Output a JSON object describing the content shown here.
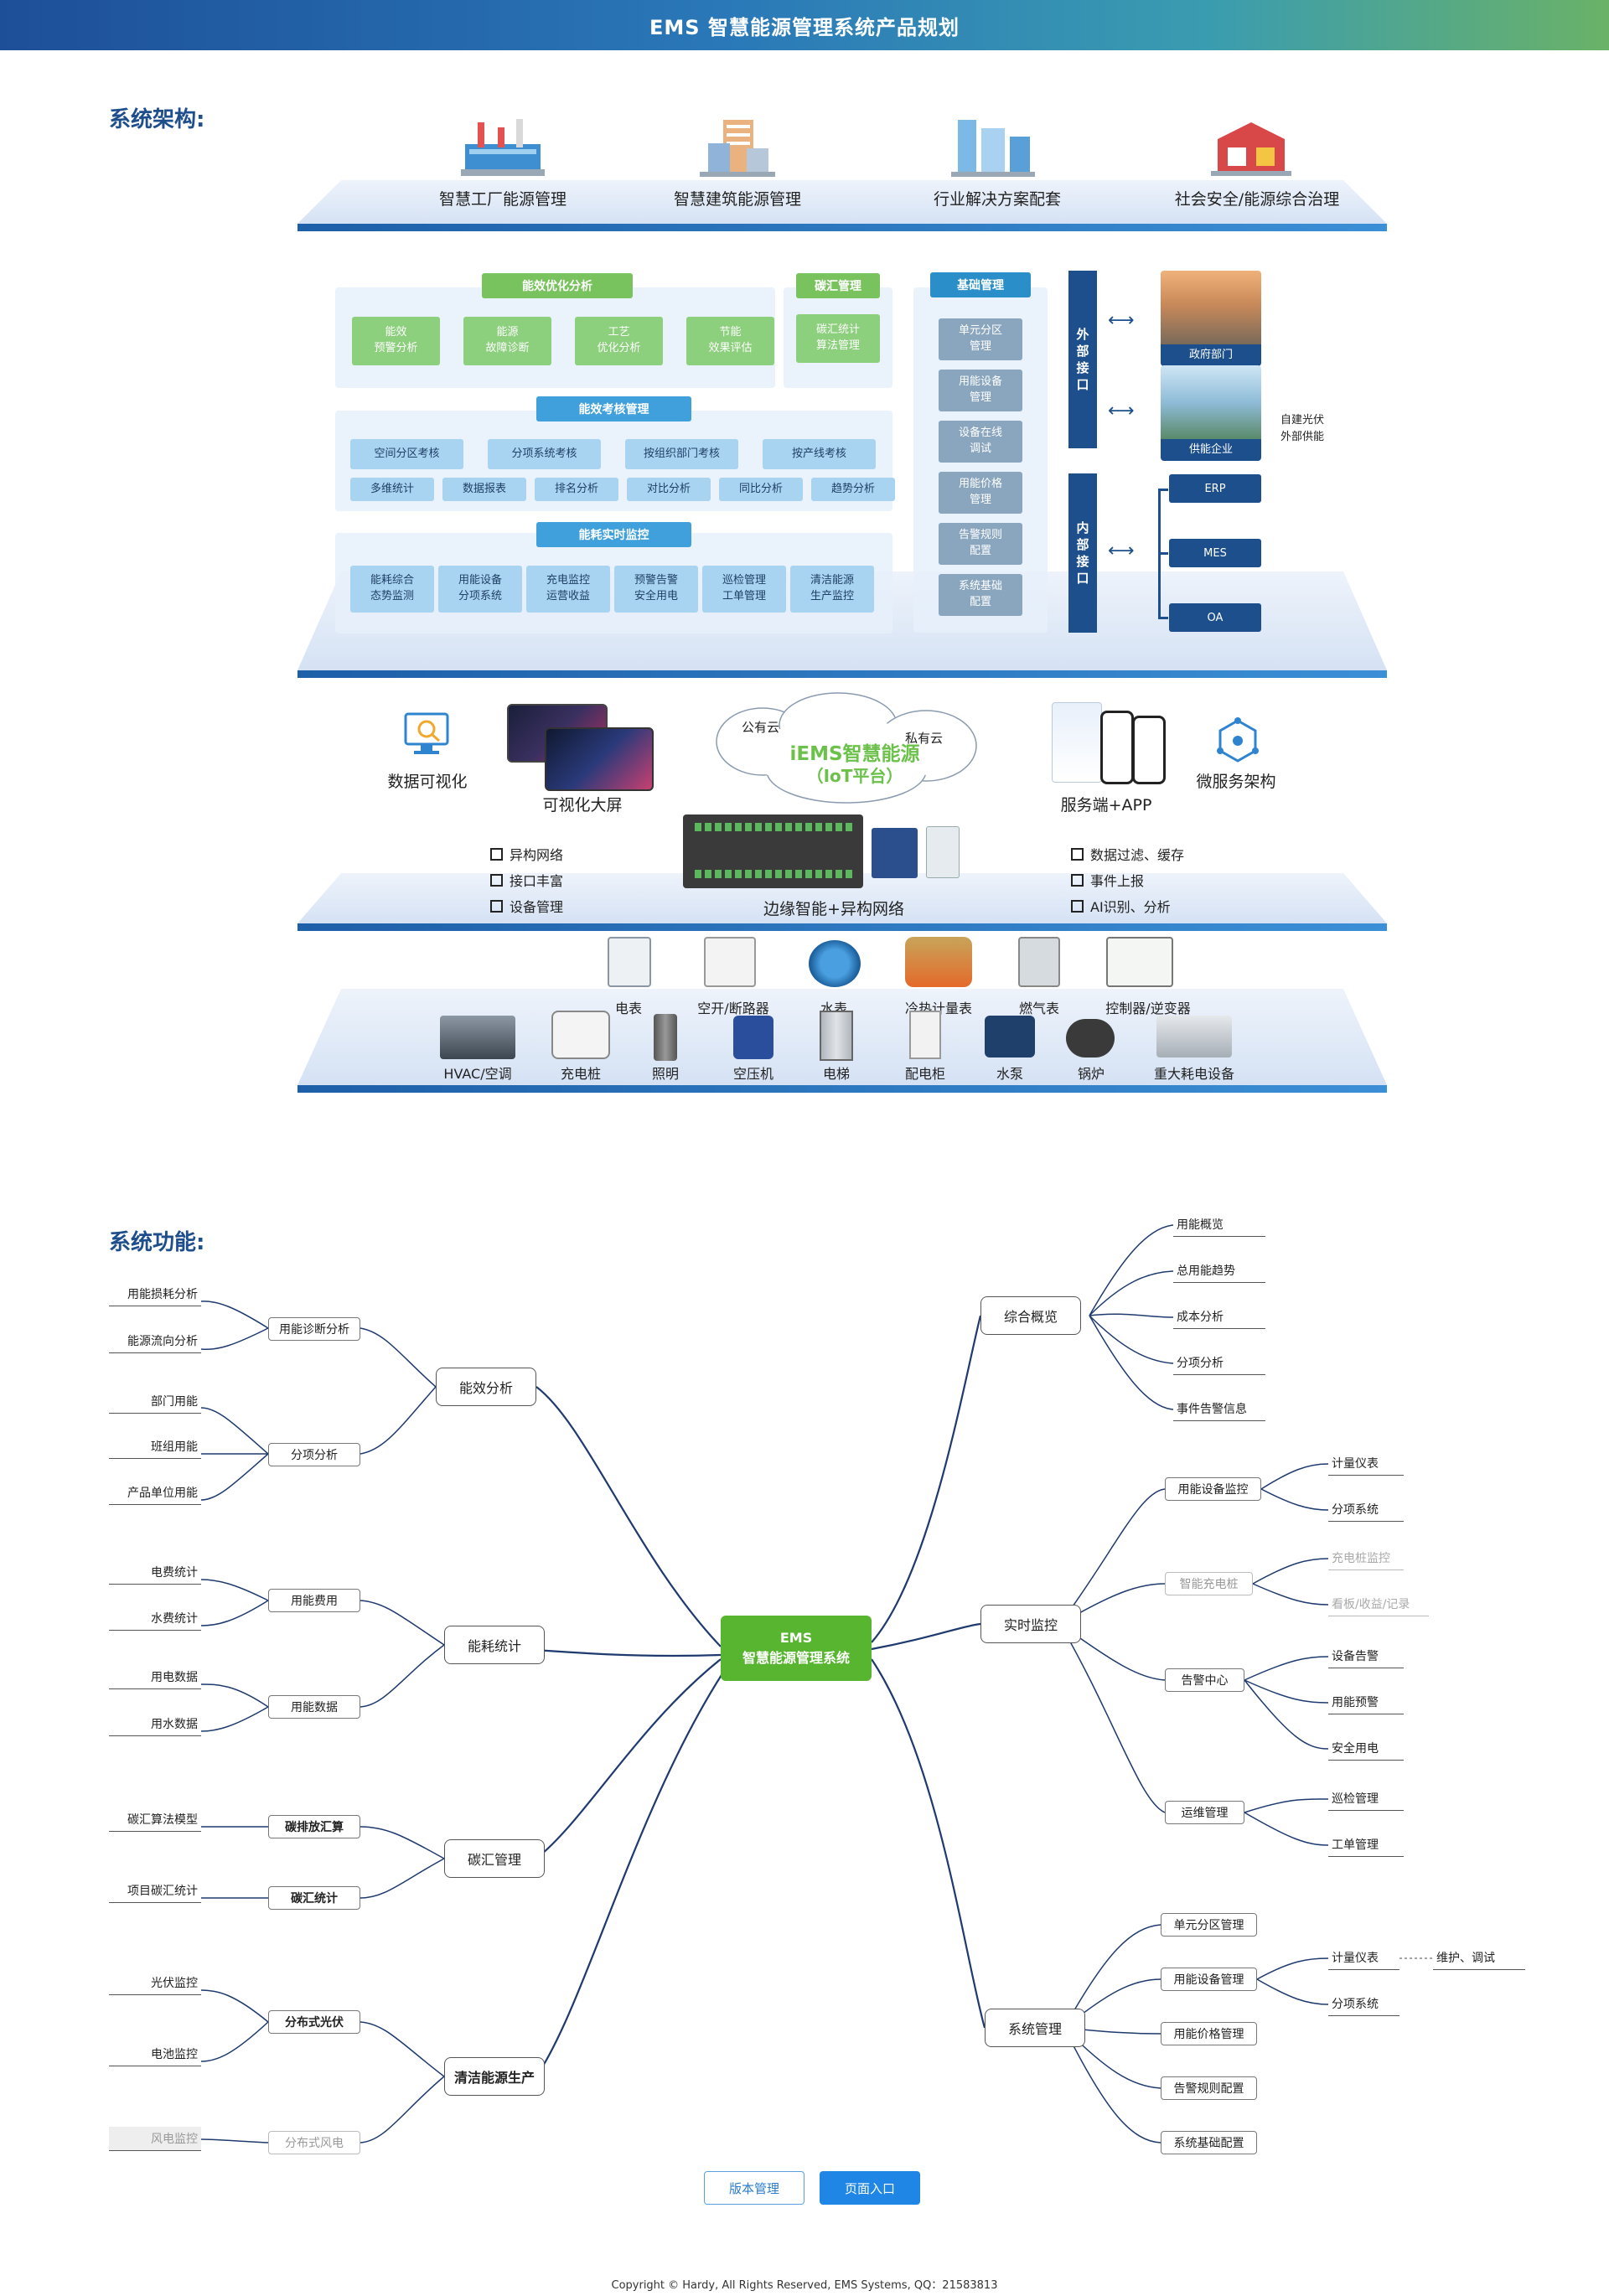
{
  "title": "EMS 智慧能源管理系统产品规划",
  "arch": {
    "heading": "系统架构:",
    "top": [
      "智慧工厂能源管理",
      "智慧建筑能源管理",
      "行业解决方案配套",
      "社会安全/能源综合治理"
    ],
    "efficiency": {
      "title": "能效优化分析",
      "items": [
        "能效\n预警分析",
        "能源\n故障诊断",
        "工艺\n优化分析",
        "节能\n效果评估"
      ]
    },
    "carbon": {
      "title": "碳汇管理",
      "item": "碳汇统计\n算法管理"
    },
    "assess": {
      "title": "能效考核管理",
      "row1": [
        "空间分区考核",
        "分项系统考核",
        "按组织部门考核",
        "按产线考核"
      ],
      "row2": [
        "多维统计",
        "数据报表",
        "排名分析",
        "对比分析",
        "同比分析",
        "趋势分析"
      ]
    },
    "realtime": {
      "title": "能耗实时监控",
      "items": [
        "能耗综合\n态势监测",
        "用能设备\n分项系统",
        "充电监控\n运营收益",
        "预警告警\n安全用电",
        "巡检管理\n工单管理",
        "清洁能源\n生产监控"
      ]
    },
    "basic": {
      "title": "基础管理",
      "items": [
        "单元分区\n管理",
        "用能设备\n管理",
        "设备在线\n调试",
        "用能价格\n管理",
        "告警规则\n配置",
        "系统基础\n配置"
      ]
    },
    "external": {
      "label": "外\n部\n接\n口",
      "gov": "政府部门",
      "supply": "供能企业",
      "note": "自建光伏\n外部供能"
    },
    "internal": {
      "label": "内\n部\n接\n口",
      "items": [
        "ERP",
        "MES",
        "OA"
      ]
    },
    "iot": {
      "viz": "数据可视化",
      "screen": "可视化大屏",
      "public": "公有云",
      "private": "私有云",
      "platform1": "iEMS智慧能源",
      "platform2": "（IoT平台）",
      "app": "服务端+APP",
      "micro": "微服务架构",
      "left_checks": [
        "异构网络",
        "接口丰富",
        "设备管理"
      ],
      "right_checks": [
        "数据过滤、缓存",
        "事件上报",
        "AI识别、分析"
      ],
      "edge": "边缘智能+异构网络"
    },
    "devices_top": [
      "电表",
      "空开/断路器",
      "水表",
      "冷热计量表",
      "燃气表",
      "控制器/逆变器"
    ],
    "devices_bottom": [
      "HVAC/空调",
      "充电桩",
      "照明",
      "空压机",
      "电梯",
      "配电柜",
      "水泵",
      "锅炉",
      "重大耗电设备"
    ]
  },
  "func": {
    "heading": "系统功能:",
    "center1": "EMS",
    "center2": "智慧能源管理系统",
    "left": {
      "a": {
        "name": "能效分析",
        "s1": "用能诊断分析",
        "s1l": [
          "用能损耗分析",
          "能源流向分析"
        ],
        "s2": "分项分析",
        "s2l": [
          "部门用能",
          "班组用能",
          "产品单位用能"
        ]
      },
      "b": {
        "name": "能耗统计",
        "s1": "用能费用",
        "s1l": [
          "电费统计",
          "水费统计"
        ],
        "s2": "用能数据",
        "s2l": [
          "用电数据",
          "用水数据"
        ]
      },
      "c": {
        "name": "碳汇管理",
        "s1": "碳排放汇算",
        "s1l": [
          "碳汇算法模型"
        ],
        "s2": "碳汇统计",
        "s2l": [
          "项目碳汇统计"
        ]
      },
      "d": {
        "name": "清洁能源生产",
        "s1": "分布式光伏",
        "s1l": [
          "光伏监控",
          "电池监控"
        ],
        "s2": "分布式风电",
        "s2l": [
          "风电监控"
        ]
      }
    },
    "right": {
      "a": {
        "name": "综合概览",
        "leaves": [
          "用能概览",
          "总用能趋势",
          "成本分析",
          "分项分析",
          "事件告警信息"
        ]
      },
      "b": {
        "name": "实时监控",
        "s1": "用能设备监控",
        "s1l": [
          "计量仪表",
          "分项系统"
        ],
        "s2": "智能充电桩",
        "s2l": [
          "充电桩监控",
          "看板/收益/记录"
        ],
        "s3": "告警中心",
        "s3l": [
          "设备告警",
          "用能预警",
          "安全用电"
        ],
        "s4": "运维管理",
        "s4l": [
          "巡检管理",
          "工单管理"
        ]
      },
      "c": {
        "name": "系统管理",
        "subs": [
          "单元分区管理",
          "用能设备管理",
          "用能价格管理",
          "告警规则配置",
          "系统基础配置"
        ],
        "meter": "计量仪表",
        "meter_note": "维护、调试",
        "system": "分项系统"
      }
    },
    "btn_version": "版本管理",
    "btn_entry": "页面入口"
  },
  "footer": "Copyright © Hardy, All Rights Reserved,  EMS Systems,  QQ：21583813"
}
